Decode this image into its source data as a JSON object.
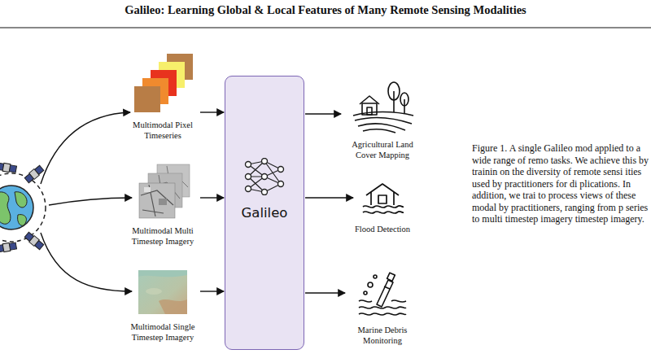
{
  "diagram": {
    "title": "Galileo: Learning Global & Local Features of Many Remote Sensing Modalities",
    "caption": "Figure 1. A single Galileo mod applied to a wide range of remo tasks. We achieve this by trainin on the diversity of remote sensi ities used by practitioners for di plications. In addition, we trai to process views of these modal by practitioners, ranging from p series to multi timestep imagery timestep imagery.",
    "nodes": [
      {
        "text": [
          "Multimodal Pixel Timeseries"
        ]
      },
      {
        "text": [
          "Multimodal Multi Timestep Imagery"
        ]
      },
      {
        "text": [
          "Multimodal Single Timestep Imagery"
        ]
      },
      {
        "text": [
          "Galileo"
        ]
      },
      {
        "text": [
          "Agricultural Land Cover Mapping"
        ]
      },
      {
        "text": [
          "Flood Detection"
        ]
      },
      {
        "text": [
          "Marine Debris Monitoring"
        ]
      }
    ],
    "edges": [
      {
        "from": 0,
        "to": 3,
        "arrow": "to"
      },
      {
        "from": 1,
        "to": 3,
        "arrow": "to"
      },
      {
        "from": 2,
        "to": 3,
        "arrow": "to"
      },
      {
        "from": 3,
        "to": 4,
        "arrow": "to"
      },
      {
        "from": 3,
        "to": 5,
        "arrow": "to"
      },
      {
        "from": 3,
        "to": 6,
        "arrow": "to"
      }
    ]
  }
}
